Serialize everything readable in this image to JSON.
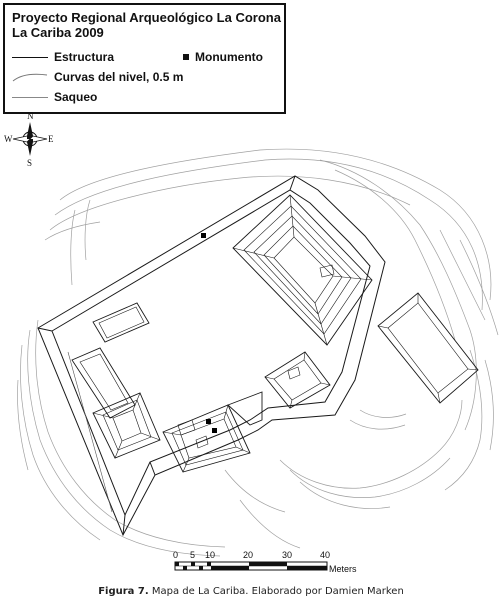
{
  "legend": {
    "title_line1": "Proyecto Regional Arqueológico La Corona",
    "title_line2": "La Cariba 2009",
    "estructura": "Estructura",
    "monumento": "Monumento",
    "curvas": "Curvas del nivel, 0.5 m",
    "saqueo": "Saqueo"
  },
  "north_arrow": {
    "n": "N",
    "s": "S",
    "e": "E",
    "w": "W"
  },
  "scale_bar": {
    "ticks": [
      "0",
      "5",
      "10",
      "20",
      "30",
      "40"
    ],
    "unit": "Meters"
  },
  "caption": {
    "figure": "Figura 7.",
    "text": " Mapa de La Cariba. Elaborado por Damien Marken"
  },
  "colors": {
    "structure_line": "#1a1a1a",
    "contour_line": "#9a9a9a",
    "monument": "#000000"
  }
}
